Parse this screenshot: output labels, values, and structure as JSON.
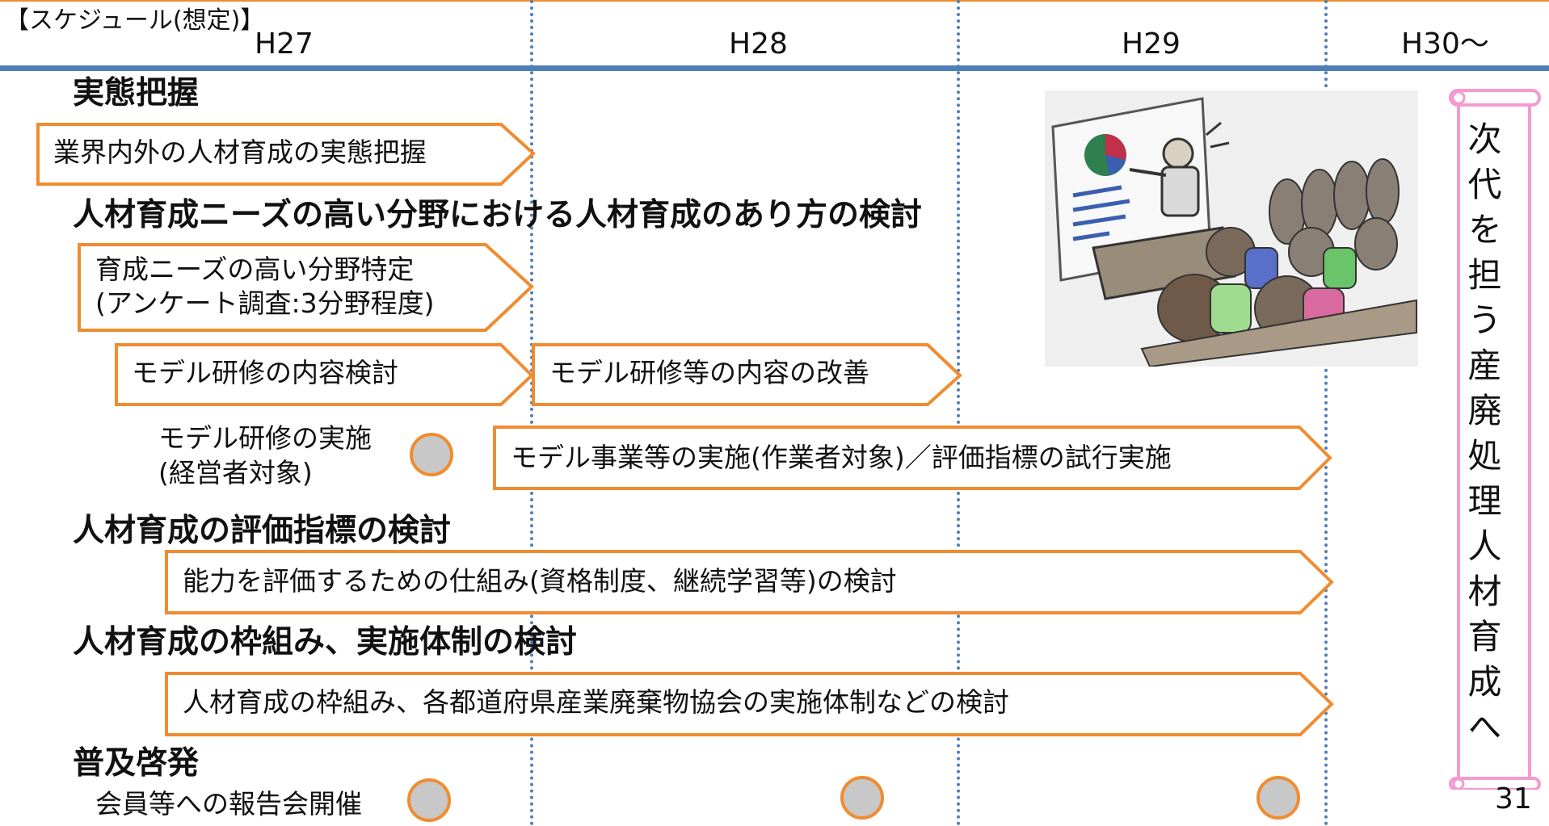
{
  "header": {
    "schedule_label": "【スケジュール(想定)】",
    "years": [
      "H27",
      "H28",
      "H29",
      "H30～"
    ]
  },
  "sections": {
    "s1_title": "実態把握",
    "s2_title": "人材育成ニーズの高い分野における人材育成のあり方の検討",
    "s3_title": "人材育成の評価指標の検討",
    "s4_title": "人材育成の枠組み、実施体制の検討",
    "s5_title": "普及啓発"
  },
  "arrows": {
    "a1": "業界内外の人材育成の実態把握",
    "a2_line1": "育成ニーズの高い分野特定",
    "a2_line2": "(アンケート調査:3分野程度)",
    "a3": "モデル研修の内容検討",
    "a4": "モデル研修等の内容の改善",
    "a5": "モデル事業等の実施(作業者対象)／評価指標の試行実施",
    "a6": "能力を評価するための仕組み(資格制度、継続学習等)の検討",
    "a7": "人材育成の枠組み、各都道府県産業廃棄物協会の実施体制などの検討"
  },
  "events": {
    "model_training_line1": "モデル研修の実施",
    "model_training_line2": "(経営者対象)",
    "report_meeting": "会員等への報告会開催"
  },
  "sidebar": {
    "scroll_text": "次代を担う産廃処理人材育成へ"
  },
  "page_number": "31",
  "colors": {
    "arrow_border": "#f08c30",
    "timeline": "#4f7fb8",
    "milestone_fill": "#c8c8c8",
    "scroll_border": "#f59ad0"
  }
}
